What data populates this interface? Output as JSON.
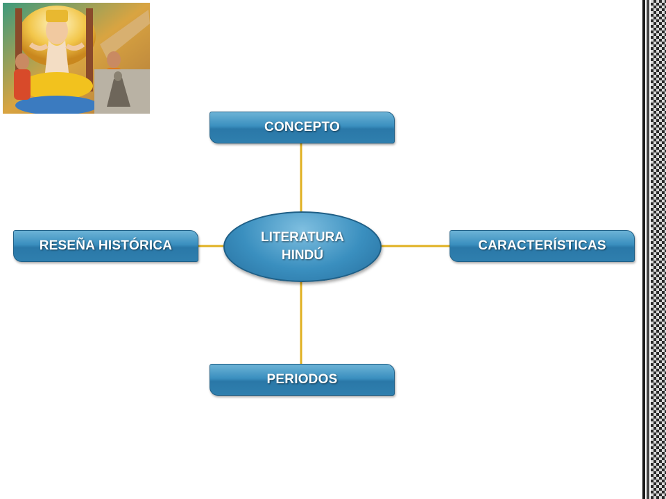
{
  "diagram": {
    "center": {
      "line1": "LITERATURA",
      "line2": "HINDÚ"
    },
    "nodes": {
      "concepto": "CONCEPTO",
      "resena": "RESEÑA HISTÓRICA",
      "caracteristicas": "CARACTERÍSTICAS",
      "periodos": "PERIODOS"
    },
    "colors": {
      "box_fill": "#3a8fbf",
      "box_border": "#1f5f86",
      "connector": "#e0b020",
      "text": "#ffffff"
    }
  }
}
